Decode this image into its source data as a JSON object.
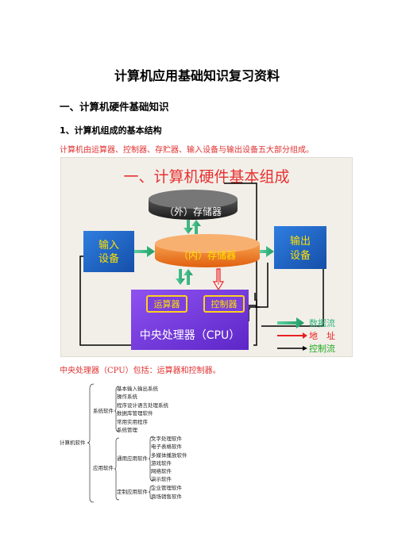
{
  "title": "计算机应用基础知识复习资料",
  "section1": "一、计算机硬件基础知识",
  "subsection1": "1、计算机组成的基本结构",
  "para1": "计算机由运算器、控制器、存贮器、输入设备与输出设备五大部分组成。",
  "para2": "中央处理器（CPU）包括：运算器和控制器。",
  "figure": {
    "title": "一、计算机硬件基本组成",
    "external_storage": "（外）存储器",
    "internal_storage": "（内）存储器",
    "input_device": [
      "输入",
      "设备"
    ],
    "output_device": [
      "输出",
      "设备"
    ],
    "alu": "运算器",
    "controller": "控制器",
    "cpu": "中央处理器（CPU）",
    "legend": [
      {
        "label": "数据流",
        "color": "#2fb47c"
      },
      {
        "label": "地　址",
        "color": "#e82020"
      },
      {
        "label": "控制流",
        "color": "#22aa22"
      }
    ],
    "colors": {
      "title": "#e83030",
      "io_box": "#1e64c8",
      "cpu_box": "#7b3fe0",
      "internal_disk": "#f07830",
      "external_disk": "#2a2a2a",
      "unit_box_border": "#ffd020",
      "label_yellow": "#ffe000"
    }
  },
  "tree": {
    "root": "计算机软件",
    "branches": [
      {
        "label": "系统软件",
        "items": [
          "基本输入输出系统",
          "操作系统",
          "程序设计语言处理系统",
          "数据库管理软件",
          "常用实用程序",
          "系统管理"
        ]
      },
      {
        "label": "应用软件",
        "children": [
          {
            "label": "通用应用软件",
            "items": [
              "文字处理软件",
              "电子表格软件",
              "多媒体播放软件",
              "游戏软件",
              "网络软件",
              "演示软件"
            ]
          },
          {
            "label": "定制应用软件",
            "items": [
              "企业管理软件",
              "商场销售软件"
            ]
          }
        ]
      }
    ]
  }
}
